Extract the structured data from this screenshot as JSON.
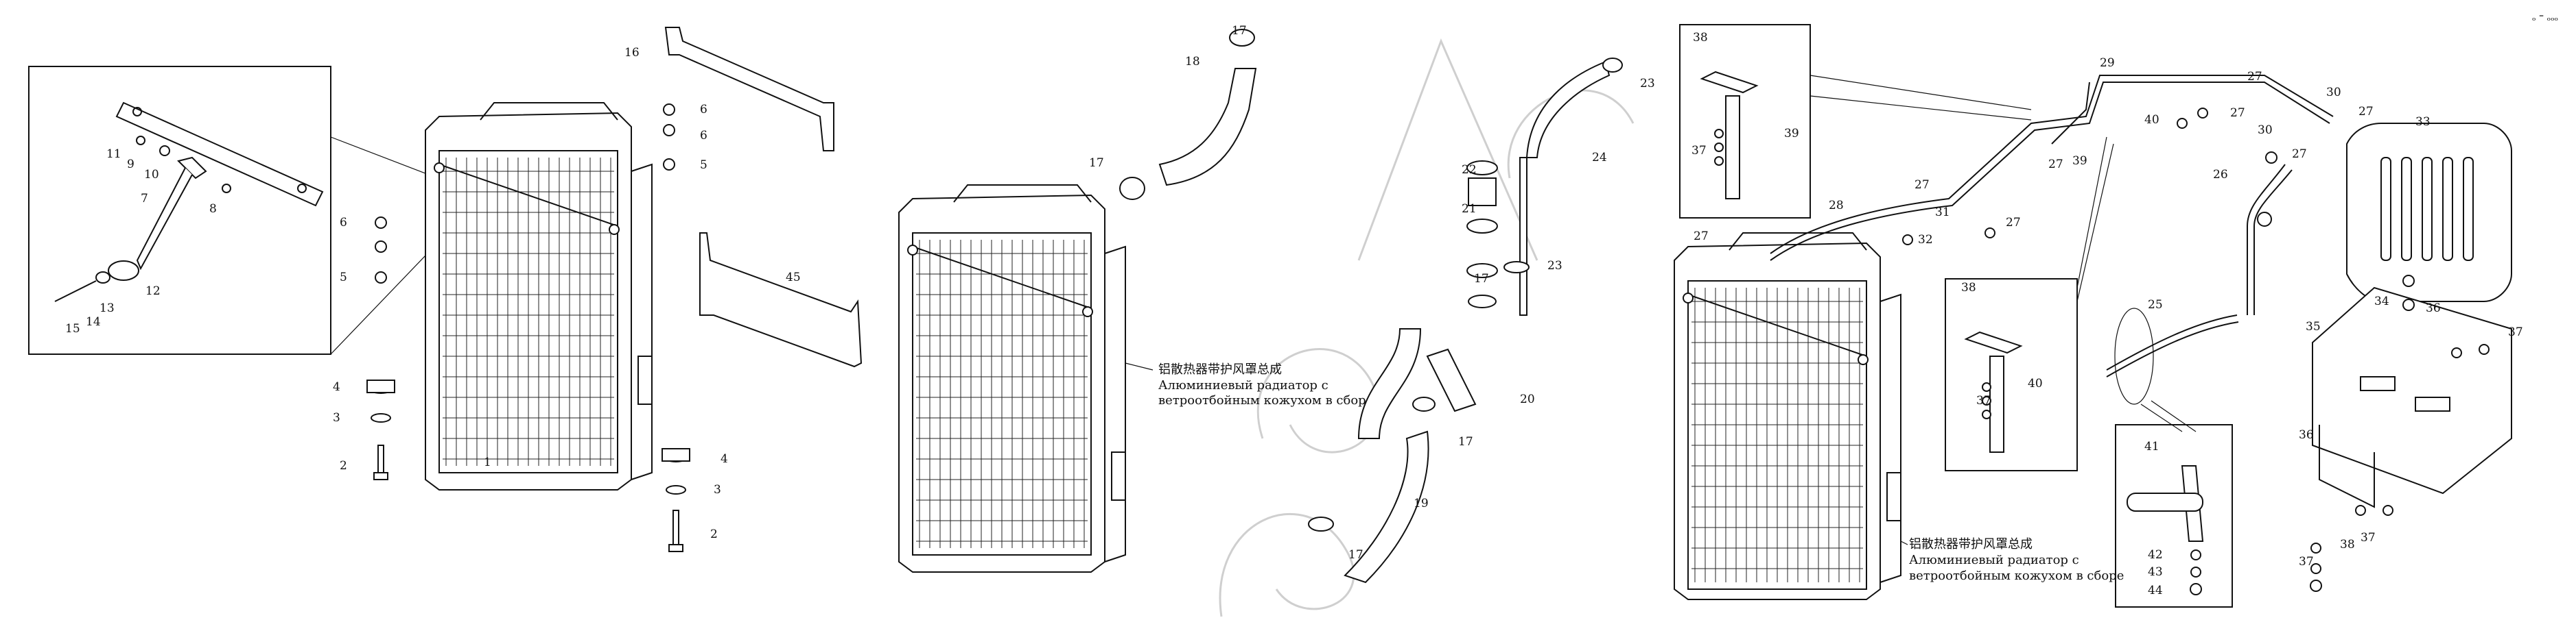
{
  "corner_marks": "ₒ ⁼ ₒₒₒ",
  "panel_middle": {
    "caption_cn": "铝散热器带护风罩总成",
    "caption_ru_1": "Алюминиевый радиатор с",
    "caption_ru_2": "ветроотбойным кожухом в сборе"
  },
  "panel_right": {
    "caption_cn": "铝散热器带护风罩总成",
    "caption_ru_1": "Алюминиевый радиатор с",
    "caption_ru_2": "ветроотбойным кожухом в сборе"
  },
  "callouts_left": [
    "1",
    "2",
    "3",
    "4",
    "5",
    "6",
    "7",
    "8",
    "9",
    "10",
    "11",
    "12",
    "13",
    "14",
    "15",
    "16",
    "45"
  ],
  "callouts_middle": [
    "17",
    "18",
    "19",
    "20",
    "21",
    "22",
    "23",
    "24"
  ],
  "callouts_right": [
    "25",
    "26",
    "27",
    "28",
    "29",
    "30",
    "31",
    "32",
    "33",
    "34",
    "35",
    "36",
    "37",
    "38",
    "39",
    "40",
    "41",
    "42",
    "43",
    "44"
  ]
}
